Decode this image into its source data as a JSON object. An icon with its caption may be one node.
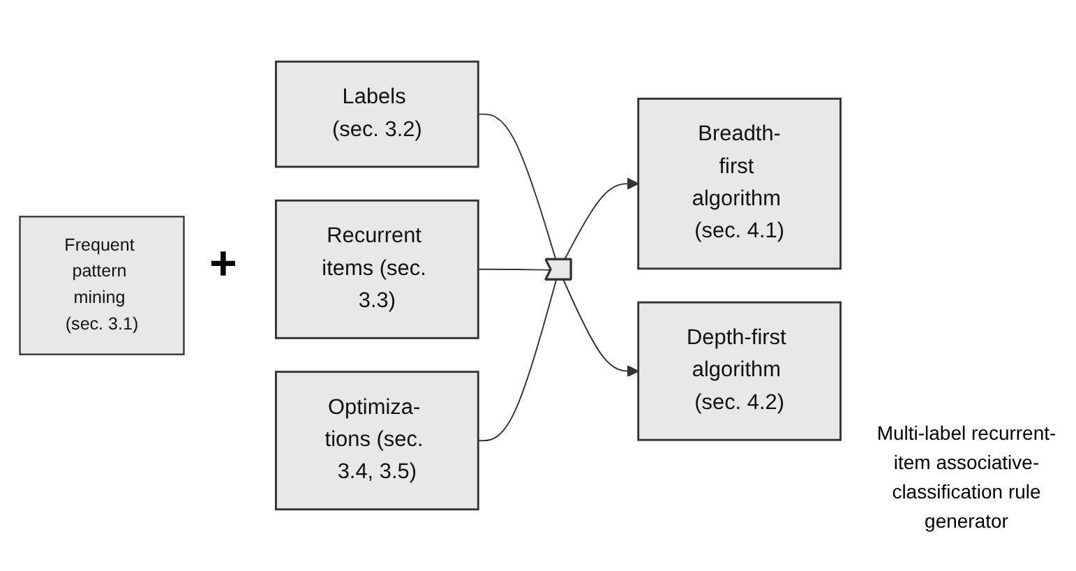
{
  "diagram": {
    "nodes": [
      {
        "text": [
          "Frequent pattern mining (sec. 3.1)"
        ]
      },
      {
        "text": [
          "Labels (sec. 3.2)"
        ]
      },
      {
        "text": [
          "Recurrent items (sec. 3.3)"
        ]
      },
      {
        "text": [
          "Optimiza- tions (sec. 3.4, 3.5)"
        ]
      },
      {
        "text": [],
        "shape": "chevron"
      },
      {
        "text": [
          "Breadth-first algorithm (sec. 4.1)"
        ]
      },
      {
        "text": [
          "Depth-first algorithm (sec. 4.2)"
        ]
      }
    ],
    "edges": [
      {
        "from": 1,
        "to": 4,
        "arrow": "none"
      },
      {
        "from": 2,
        "to": 4,
        "arrow": "none"
      },
      {
        "from": 3,
        "to": 4,
        "arrow": "none"
      },
      {
        "from": 4,
        "to": 5,
        "arrow": "to"
      },
      {
        "from": 4,
        "to": 6,
        "arrow": "to"
      }
    ],
    "labels": [
      "+",
      "Multi-label recurrent-item associative-classification rule generator"
    ]
  }
}
